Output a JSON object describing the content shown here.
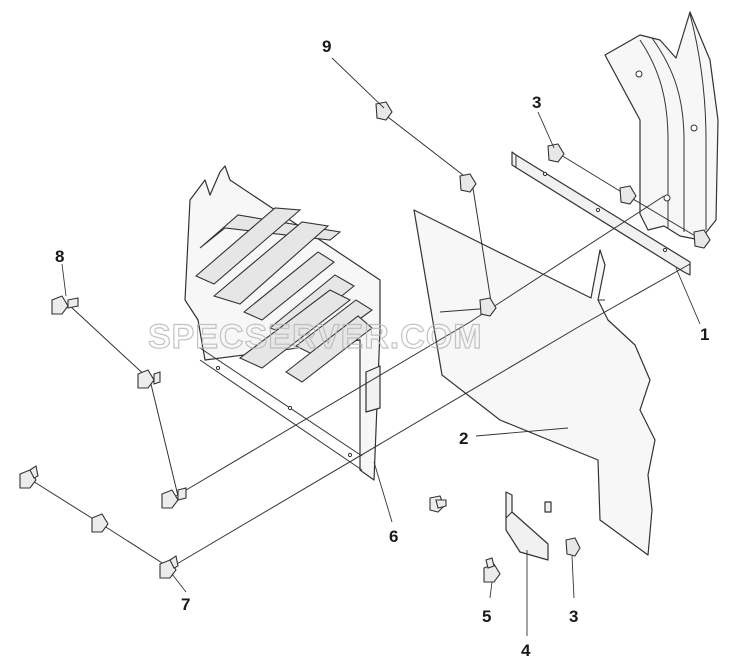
{
  "watermark": "SPECSERVER.COM",
  "callouts": {
    "c1": "1",
    "c2": "2",
    "c3a": "3",
    "c3b": "3",
    "c4": "4",
    "c5": "5",
    "c6": "6",
    "c7": "7",
    "c8": "8",
    "c9": "9"
  }
}
